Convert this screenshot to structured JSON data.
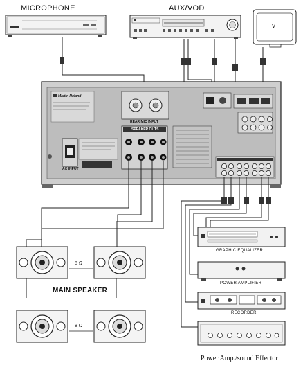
{
  "labels": {
    "microphone": "MICROPHONE",
    "aux_vod": "AUX/VOD",
    "tv": "TV",
    "brand": "Martin Roland",
    "rear_mic_input": "REAR MIC INPUT",
    "speaker_outs": "SPEAKER OUTS",
    "ac_input": "AC INPUT",
    "main_speaker": "MAIN SPEAKER",
    "ohms_top": "8 Ω",
    "ohms_bottom": "8 Ω",
    "graphic_equalizer": "GRAPHIC EQUALIZER",
    "power_amplifier": "POWER AMPLIFIER",
    "recorder": "RECORDER",
    "footer": "Power Amp./sound Effector"
  },
  "colors": {
    "line": "#222222",
    "panel": "#c9c9c9",
    "panel_dark": "#8a8a8a",
    "device": "#f2f2f2"
  }
}
